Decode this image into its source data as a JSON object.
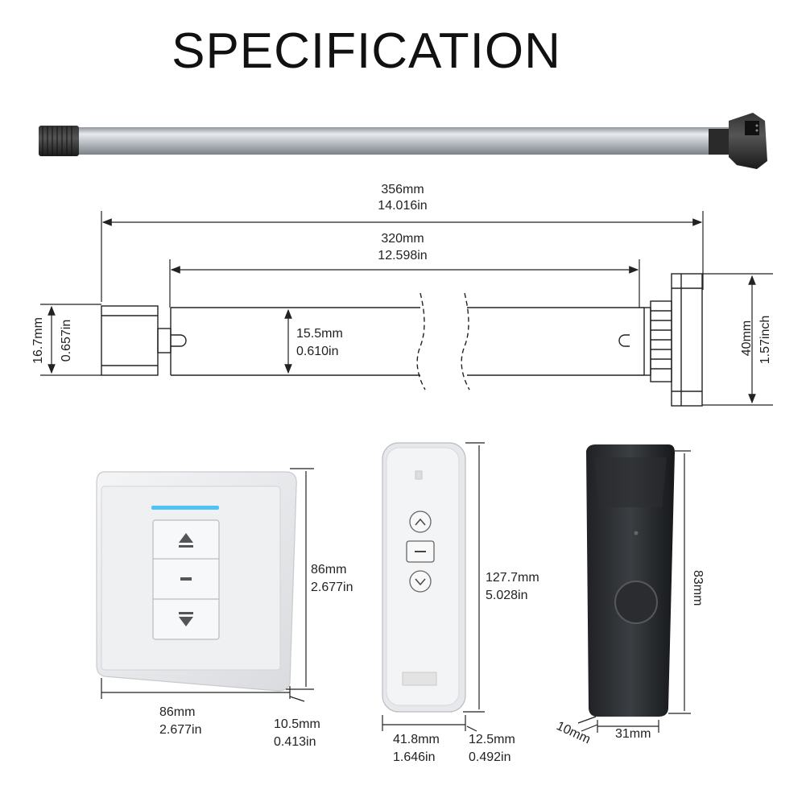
{
  "title": "SPECIFICATION",
  "motor": {
    "overall_length_mm": "356mm",
    "overall_length_in": "14.016in",
    "tube_length_mm": "320mm",
    "tube_length_in": "12.598in",
    "end_diameter_mm": "16.7mm",
    "end_diameter_in": "0.657in",
    "tube_diameter_mm": "15.5mm",
    "tube_diameter_in": "0.610in",
    "head_height_mm": "40mm",
    "head_height_in": "1.57inch"
  },
  "wall_switch": {
    "height_mm": "86mm",
    "height_in": "2.677in",
    "width_mm": "86mm",
    "width_in": "2.677in",
    "depth_mm": "10.5mm",
    "depth_in": "0.413in",
    "indicator_color": "#4fc3f7"
  },
  "remote": {
    "height_mm": "127.7mm",
    "height_in": "5.028in",
    "width_mm": "41.8mm",
    "width_in": "1.646in",
    "depth_mm": "12.5mm",
    "depth_in": "0.492in"
  },
  "hub": {
    "height_mm": "83mm",
    "width_mm": "31mm",
    "depth_mm": "10mm"
  }
}
